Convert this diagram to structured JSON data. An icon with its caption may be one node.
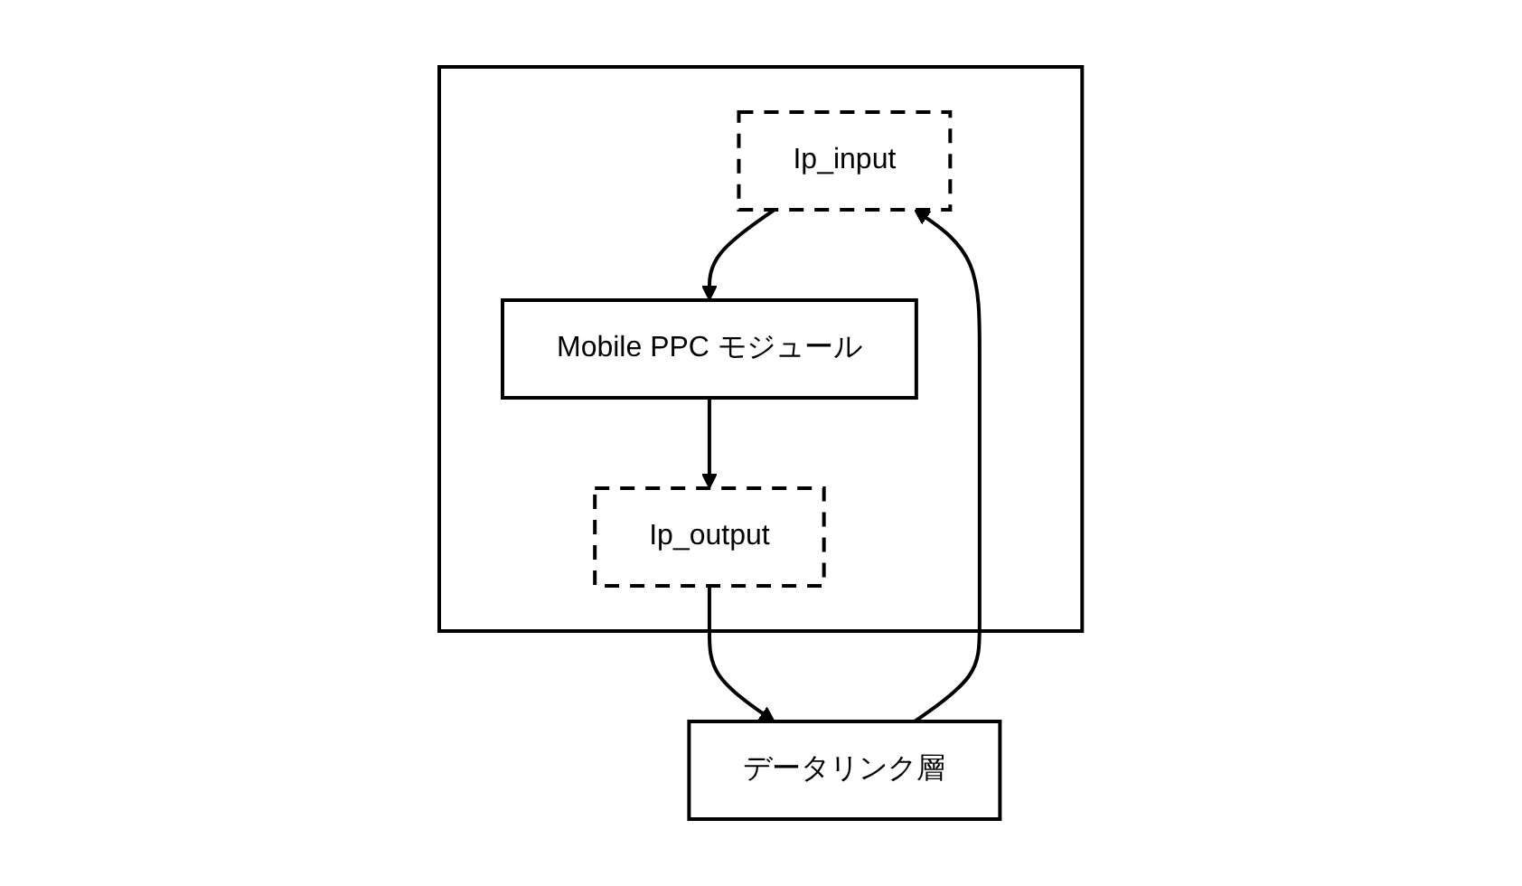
{
  "diagram": {
    "nodes": [
      {
        "text": [],
        "shape": "box"
      },
      {
        "text": [
          "Ip_input"
        ],
        "in": 0
      },
      {
        "text": [
          "Mobile PPC モジュール"
        ],
        "in": 0
      },
      {
        "text": [
          "Ip_output"
        ],
        "in": 0
      },
      {
        "text": [
          "データリンク層"
        ]
      }
    ],
    "edges": [
      {
        "from": 1,
        "to": 2,
        "arrow": "to"
      },
      {
        "from": 2,
        "to": 3,
        "arrow": "to"
      },
      {
        "from": 4,
        "to": 1,
        "arrow": "to"
      },
      {
        "from": 3,
        "to": 4,
        "arrow": "to"
      }
    ]
  }
}
